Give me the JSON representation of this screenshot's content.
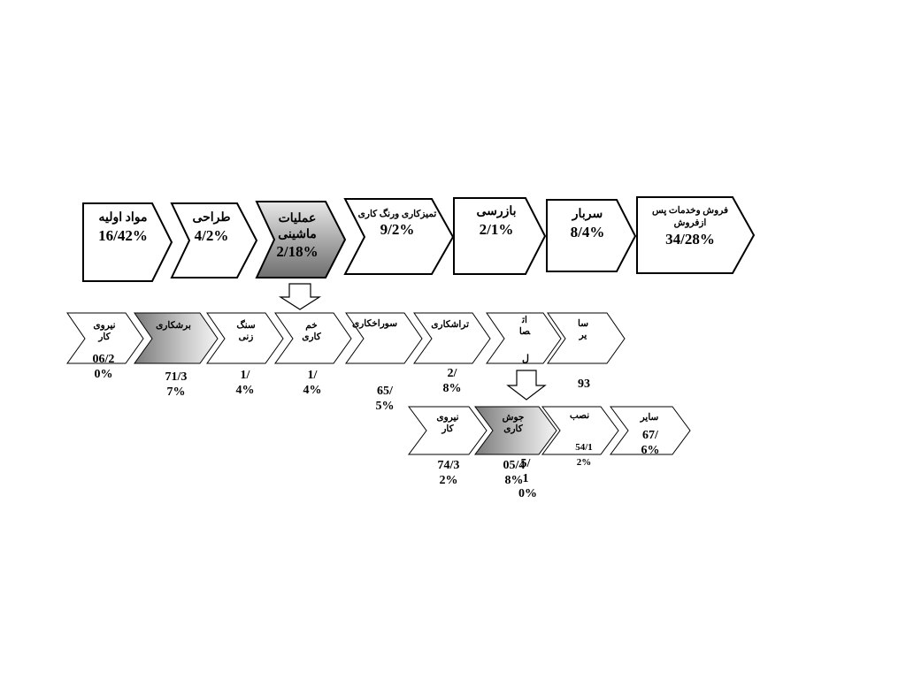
{
  "top_chain": [
    {
      "name": "مواد اولیه",
      "value": "16/42%"
    },
    {
      "name": "طراحی",
      "value": "4/2%"
    },
    {
      "name": "عملیات ماشینی",
      "value": "2/18%"
    },
    {
      "name": "تمیزکاری ورنگ کاری",
      "value": "9/2%"
    },
    {
      "name": "بازرسی",
      "value": "2/1%"
    },
    {
      "name": "سربار",
      "value": "8/4%"
    },
    {
      "name": "فروش وخدمات پس ازفروش",
      "value": "34/28%"
    }
  ],
  "machining_chain": [
    {
      "name": "نیروی کار",
      "value": "06/20%"
    },
    {
      "name": "برشکاری",
      "value": "71/37%"
    },
    {
      "name": "سنگ زنی",
      "value": "1/4%"
    },
    {
      "name": "خم کاری",
      "value": "1/4%"
    },
    {
      "name": "سوراخکاری",
      "value": "65/5%"
    },
    {
      "name": "تراشکاری",
      "value": "2/8%"
    },
    {
      "name": "اتصا",
      "value": "ل"
    },
    {
      "name": "سایر",
      "value": "93"
    }
  ],
  "welding_chain": [
    {
      "name": "نیروی کار",
      "value": "74/32%"
    },
    {
      "name": "جوش کاری",
      "value": "05/48%"
    },
    {
      "name": "نصب",
      "value": "54/12%"
    },
    {
      "name": "سایر",
      "value": "67/6%"
    }
  ],
  "welding_overflow_value": "5/10%",
  "colors": {
    "highlight_dark": "#7d7d7d",
    "highlight_light": "#f2f2f2",
    "stroke": "#000000"
  }
}
